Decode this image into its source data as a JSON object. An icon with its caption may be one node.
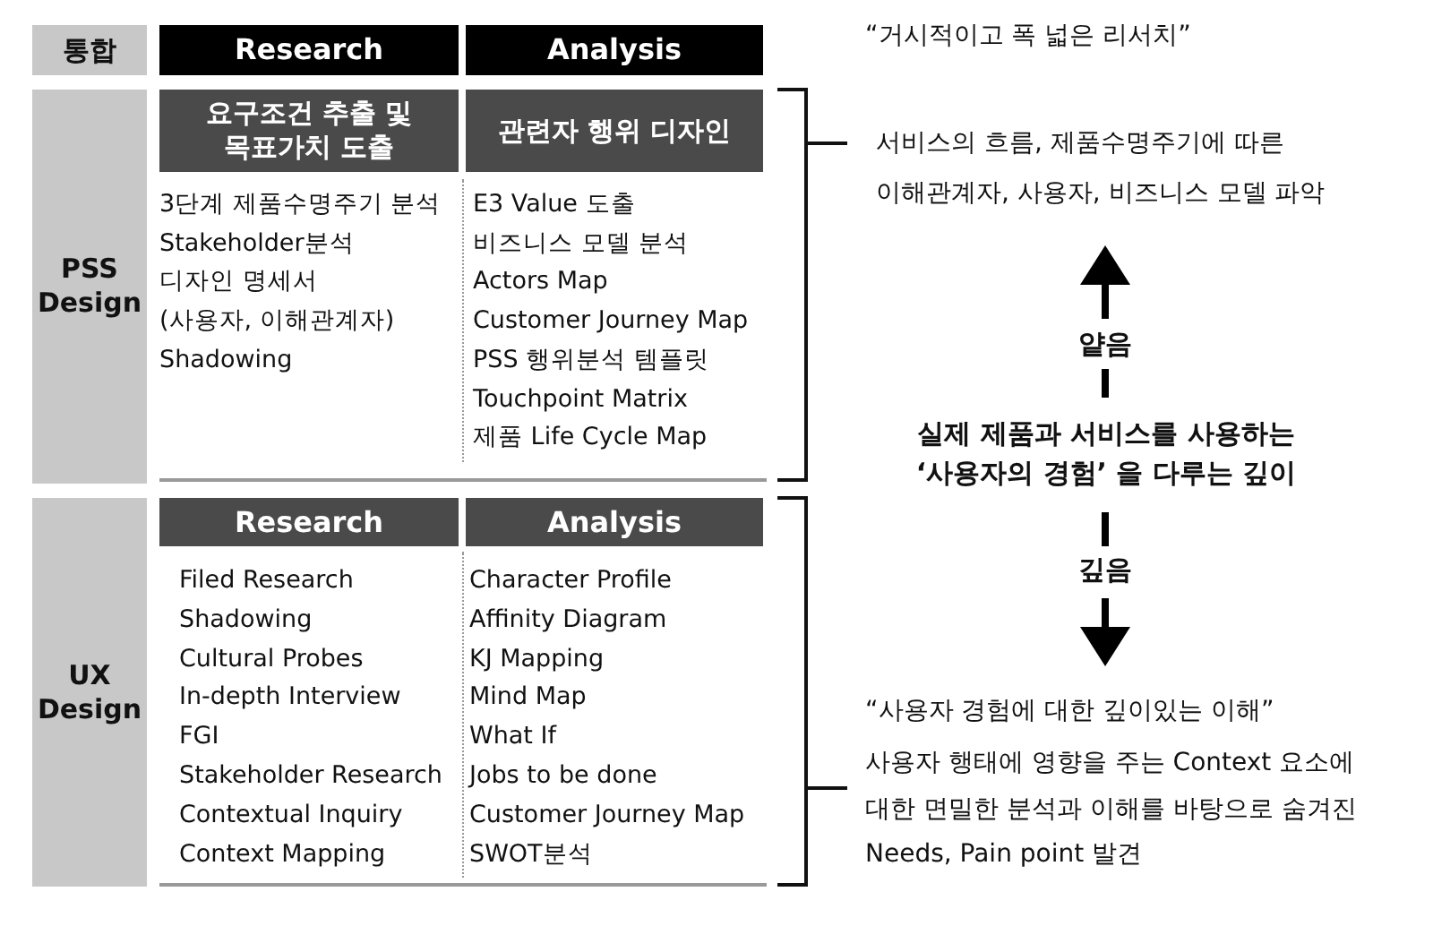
{
  "diagram": {
    "nodes": [
      {
        "text": [
          "통합"
        ]
      },
      {
        "text": [
          "Research"
        ]
      },
      {
        "text": [
          "Analysis"
        ]
      },
      {
        "text": [
          "PSS Design"
        ]
      },
      {
        "text": [
          "요구조건 추출 및 목표가치 도출"
        ]
      },
      {
        "text": [
          "관련자 행위 디자인"
        ]
      },
      {
        "text": [
          "UX Design"
        ]
      },
      {
        "text": [
          "Research"
        ]
      },
      {
        "text": [
          "Analysis"
        ]
      }
    ],
    "labels": [
      "3단계 제품수명주기 분석",
      "Stakeholder분석",
      "디자인 명세서 (사용자, 이해관계자)",
      "Shadowing",
      "E3 Value 도출",
      "비즈니스 모델 분석",
      "Actors Map",
      "Customer Journey Map",
      "PSS 행위분석 템플릿",
      "Touchpoint Matrix",
      "제품 Life Cycle Map",
      "Filed Research",
      "Shadowing",
      "Cultural Probes",
      "In-depth Interview",
      "FGI",
      "Stakeholder Research",
      "Contextual Inquiry",
      "Context Mapping",
      "Character Profile",
      "Affinity Diagram",
      "KJ Mapping",
      "Mind Map",
      "What If",
      "Jobs to be done",
      "Customer Journey Map",
      "SWOT분석",
      "“거시적이고 폭 넓은 리서치”",
      "서비스의 흐름, 제품수명주기에 따른 이해관계자, 사용자, 비즈니스 모델 파악",
      "얕음",
      "실제 제품과 서비스를 사용하는 ‘사용자의 경험’ 을 다루는 깊이",
      "깊음",
      "“사용자 경험에 대한 깊이있는 이해”",
      "사용자 행태에 영향을 주는 Context 요소에 대한 면밀한 분석과 이해를 바탕으로 숨겨진 Needs, Pain point 발견"
    ]
  }
}
